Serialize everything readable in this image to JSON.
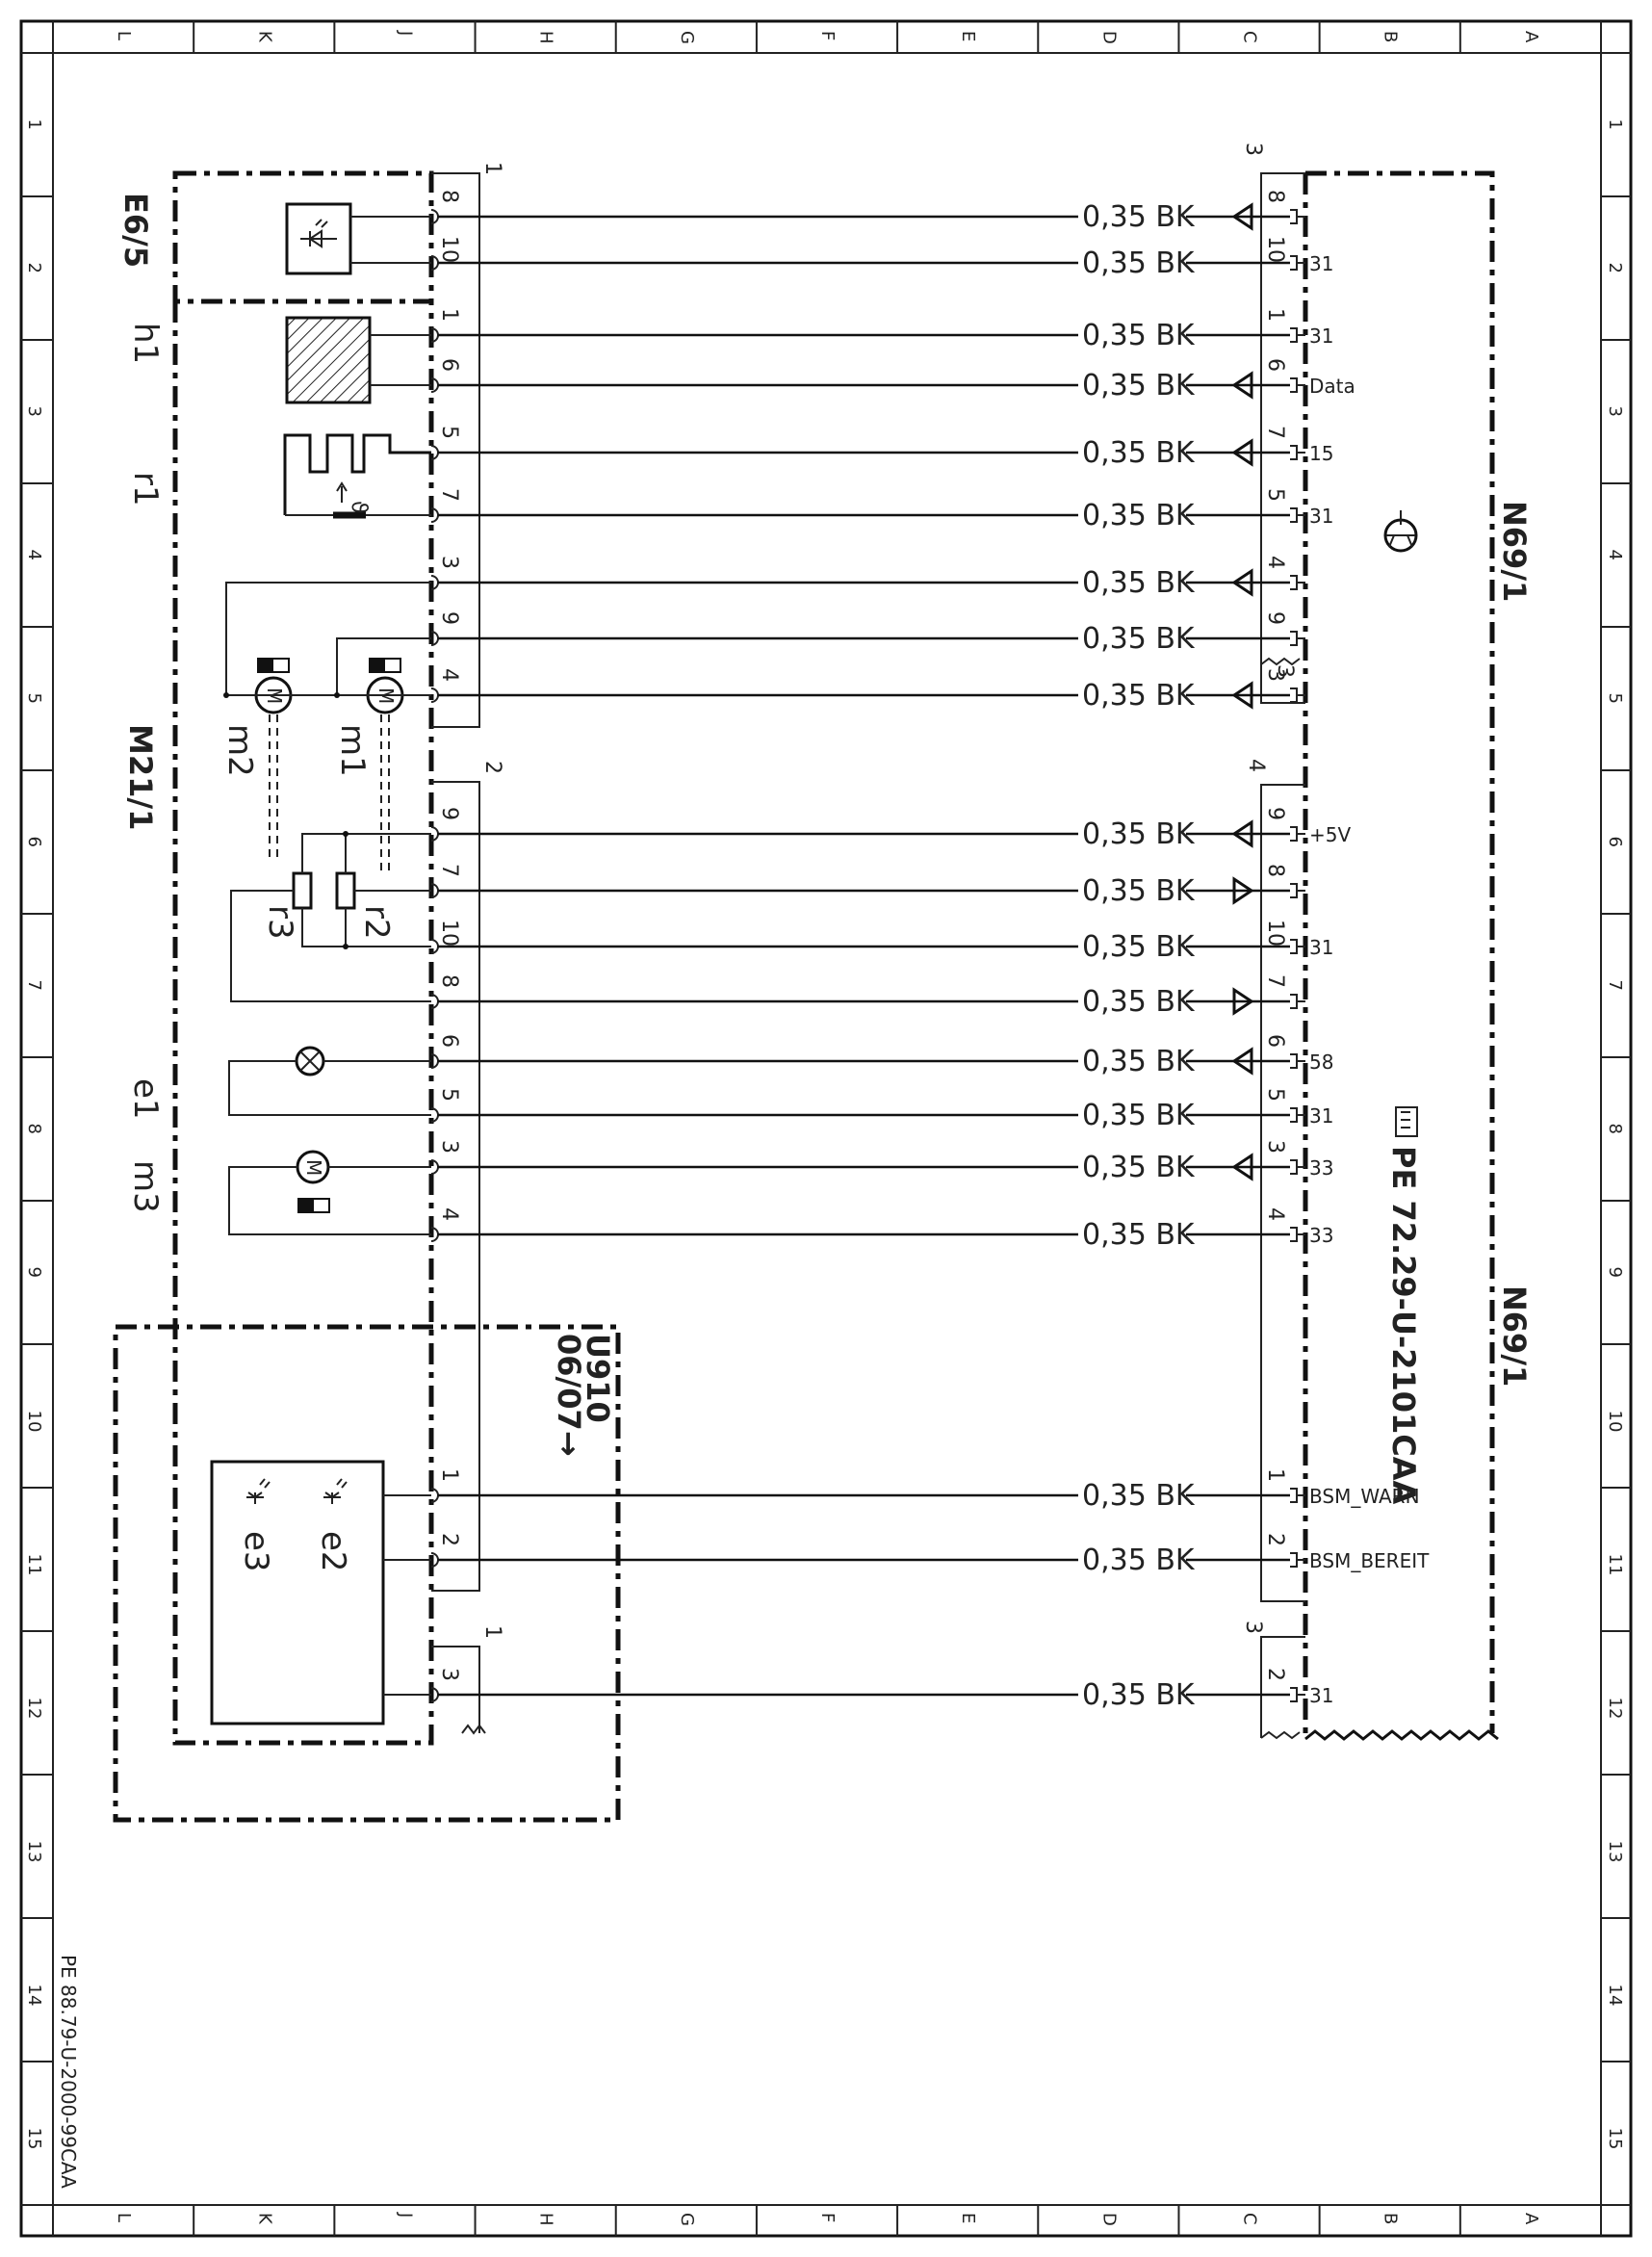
{
  "grid": {
    "columns_top": [
      "L",
      "K",
      "J",
      "H",
      "G",
      "F",
      "E",
      "D",
      "C",
      "B",
      "A"
    ],
    "columns_bottom": [
      "L",
      "K",
      "J",
      "H",
      "G",
      "F",
      "E",
      "D",
      "C",
      "B",
      "A"
    ],
    "rows": [
      "1",
      "2",
      "3",
      "4",
      "5",
      "6",
      "7",
      "8",
      "9",
      "10",
      "11",
      "12",
      "13",
      "14",
      "15"
    ]
  },
  "components": {
    "e6_5": "E6/5",
    "h1": "h1",
    "r1": "r1",
    "m21_1": "M21/1",
    "m1": "m1",
    "m2": "m2",
    "r2": "r2",
    "r3": "r3",
    "e1": "e1",
    "m3": "m3",
    "e2": "e2",
    "e3": "e3",
    "n69_1_top": "N69/1",
    "n69_1_bottom": "N69/1",
    "u910": "U910",
    "u910_date": "06/07→"
  },
  "connectors": {
    "left_1": "1",
    "left_2": "2",
    "left_1b": "1",
    "right_3": "3",
    "right_4": "4",
    "right_3b": "3",
    "right_3c": "3"
  },
  "wire_spec": "0,35 BK",
  "wires": [
    {
      "left_pin": "8",
      "right_pin": "8",
      "signal": "",
      "arrow": "out"
    },
    {
      "left_pin": "10",
      "right_pin": "10",
      "signal": "31",
      "arrow": "none"
    },
    {
      "left_pin": "1",
      "right_pin": "1",
      "signal": "31",
      "arrow": "none"
    },
    {
      "left_pin": "6",
      "right_pin": "6",
      "signal": "Data",
      "arrow": "out"
    },
    {
      "left_pin": "5",
      "right_pin": "7",
      "signal": "15",
      "arrow": "out"
    },
    {
      "left_pin": "7",
      "right_pin": "5",
      "signal": "31",
      "arrow": "none"
    },
    {
      "left_pin": "3",
      "right_pin": "4",
      "signal": "",
      "arrow": "out"
    },
    {
      "left_pin": "9",
      "right_pin": "9",
      "signal": "",
      "arrow": "none"
    },
    {
      "left_pin": "4",
      "right_pin": "3",
      "signal": "",
      "arrow": "out"
    },
    {
      "left_pin": "9",
      "right_pin": "9",
      "signal": "+5V",
      "arrow": "out"
    },
    {
      "left_pin": "7",
      "right_pin": "8",
      "signal": "",
      "arrow": "in"
    },
    {
      "left_pin": "10",
      "right_pin": "10",
      "signal": "31",
      "arrow": "none"
    },
    {
      "left_pin": "8",
      "right_pin": "7",
      "signal": "",
      "arrow": "in"
    },
    {
      "left_pin": "6",
      "right_pin": "6",
      "signal": "58",
      "arrow": "out"
    },
    {
      "left_pin": "5",
      "right_pin": "5",
      "signal": "31",
      "arrow": "none"
    },
    {
      "left_pin": "3",
      "right_pin": "3",
      "signal": "33",
      "arrow": "out"
    },
    {
      "left_pin": "4",
      "right_pin": "4",
      "signal": "33",
      "arrow": "none"
    },
    {
      "left_pin": "1",
      "right_pin": "1",
      "signal": "BSM_WARN",
      "arrow": "none"
    },
    {
      "left_pin": "2",
      "right_pin": "2",
      "signal": "BSM_BEREIT",
      "arrow": "none"
    },
    {
      "left_pin": "3",
      "right_pin": "2",
      "signal": "31",
      "arrow": "none"
    }
  ],
  "symbols": {
    "r1_sensor": "ϑ",
    "lamp_cross": "⊗",
    "motor_m": "M"
  },
  "references": {
    "pe_ref": "PE 72.29-U-2101CAA",
    "doc_ref": "PE 88.79-U-2000-99CAA"
  }
}
